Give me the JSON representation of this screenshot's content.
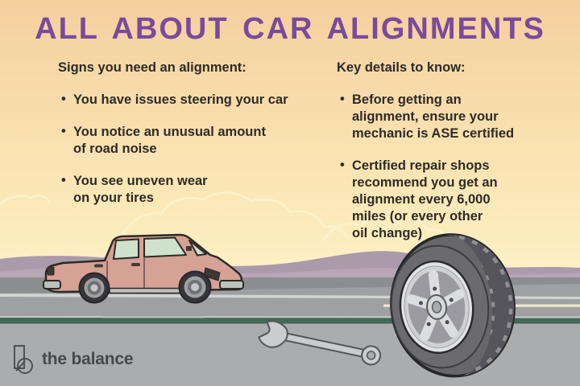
{
  "title": "ALL ABOUT CAR ALIGNMENTS",
  "bullet_char": "•",
  "left_column": {
    "heading": "Signs you need an alignment:",
    "bullets": [
      "You have issues steering your car",
      "You notice an unusual amount\nof road noise",
      "You see uneven wear\non your tires"
    ]
  },
  "right_column": {
    "heading": "Key details to know:",
    "bullets": [
      "Before getting an\nalignment, ensure your\nmechanic is ASE certified",
      "Certified repair shops\nrecommend you get an\nalignment every 6,000\nmiles (or every other\noil change)"
    ]
  },
  "footer": {
    "brand": "the balance"
  },
  "illustration": {
    "description": "sedan driving on a road at dusk, large tilted tire, wrench lying on road",
    "elements": [
      "sedan-car",
      "car-tire",
      "wrench",
      "hills",
      "clouds",
      "road"
    ]
  },
  "colors": {
    "title": "#7a4a9c",
    "body_text": "#2e2a26",
    "sky_top": "#f5cf9e",
    "sky_mid": "#f9dfae",
    "sky_low": "#fcebbb",
    "sky_horizon": "#fdf2c8",
    "hills_back": "#ab9aac",
    "hills_front": "#b8a6b7",
    "road_base": "#9fa0a2",
    "road_near": "#abacae",
    "lane_line_teal": "#416a59",
    "car_body": "#d5a295",
    "car_window": "#cfe2cc",
    "brand_text": "#45494c"
  }
}
